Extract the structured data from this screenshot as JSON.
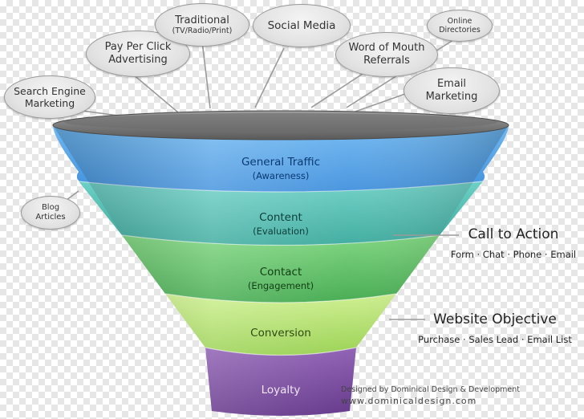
{
  "bubbles": [
    {
      "line1": "Search Engine",
      "line2": "Marketing"
    },
    {
      "line1": "Pay Per Click",
      "line2": "Advertising"
    },
    {
      "line1": "Traditional",
      "line2": "(TV/Radio/Print)"
    },
    {
      "line1": "Social Media",
      "line2": ""
    },
    {
      "line1": "Online",
      "line2": "Directories"
    },
    {
      "line1": "Word of Mouth",
      "line2": "Referrals"
    },
    {
      "line1": "Email",
      "line2": "Marketing"
    },
    {
      "line1": "Blog",
      "line2": "Articles"
    }
  ],
  "stages": [
    {
      "title": "General Traffic",
      "subtitle": "(Awareness)",
      "color": "#5aa6e8"
    },
    {
      "title": "Content",
      "subtitle": "(Evaluation)",
      "color": "#55c2b5"
    },
    {
      "title": "Contact",
      "subtitle": "(Engagement)",
      "color": "#5fc163"
    },
    {
      "title": "Conversion",
      "subtitle": "",
      "color": "#b6e36a"
    },
    {
      "title": "Loyalty",
      "subtitle": "",
      "color": "#7b4a9e"
    }
  ],
  "callouts": {
    "action": {
      "title": "Call to Action",
      "items": "Form · Chat · Phone · Email"
    },
    "objective": {
      "title": "Website Objective",
      "items": "Purchase · Sales Lead · Email List"
    }
  },
  "credit": {
    "line1": "Designed by Dominical Design & Development",
    "line2": "www.dominicaldesign.com"
  }
}
